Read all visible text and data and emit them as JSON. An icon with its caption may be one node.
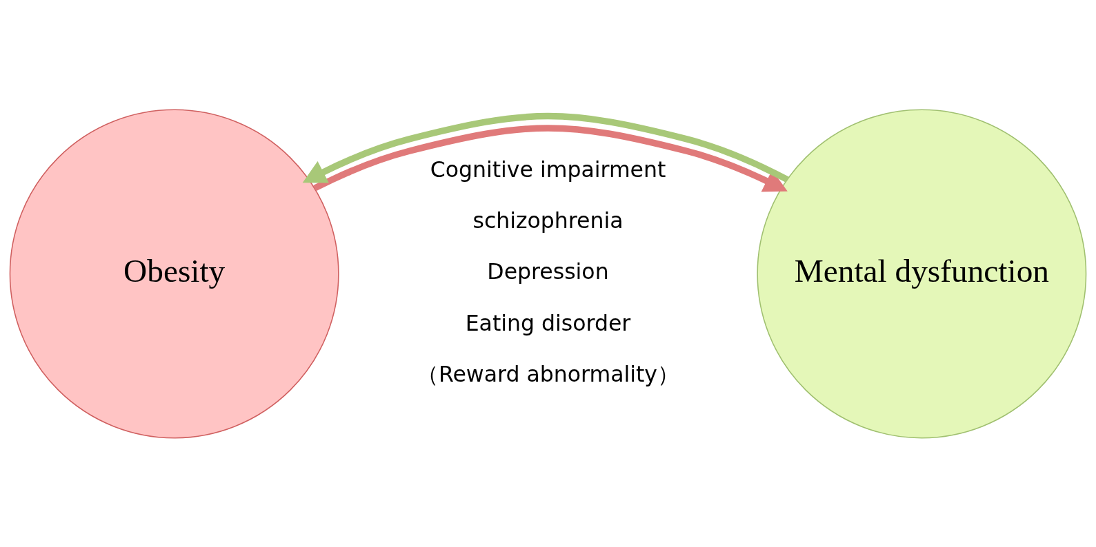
{
  "diagram": {
    "nodes": [
      {
        "text": [
          "Obesity"
        ]
      },
      {
        "text": [
          "Mental dysfunction"
        ]
      }
    ],
    "edges": [
      {
        "from": 0,
        "to": 1,
        "arrow": "to",
        "color": "#e07a7a"
      },
      {
        "from": 1,
        "to": 0,
        "arrow": "to",
        "color": "#a8c878"
      }
    ],
    "labels": [
      "Cognitive impairment",
      "schizophrenia",
      "Depression",
      "Eating disorder",
      "（Reward abnormality）"
    ]
  }
}
